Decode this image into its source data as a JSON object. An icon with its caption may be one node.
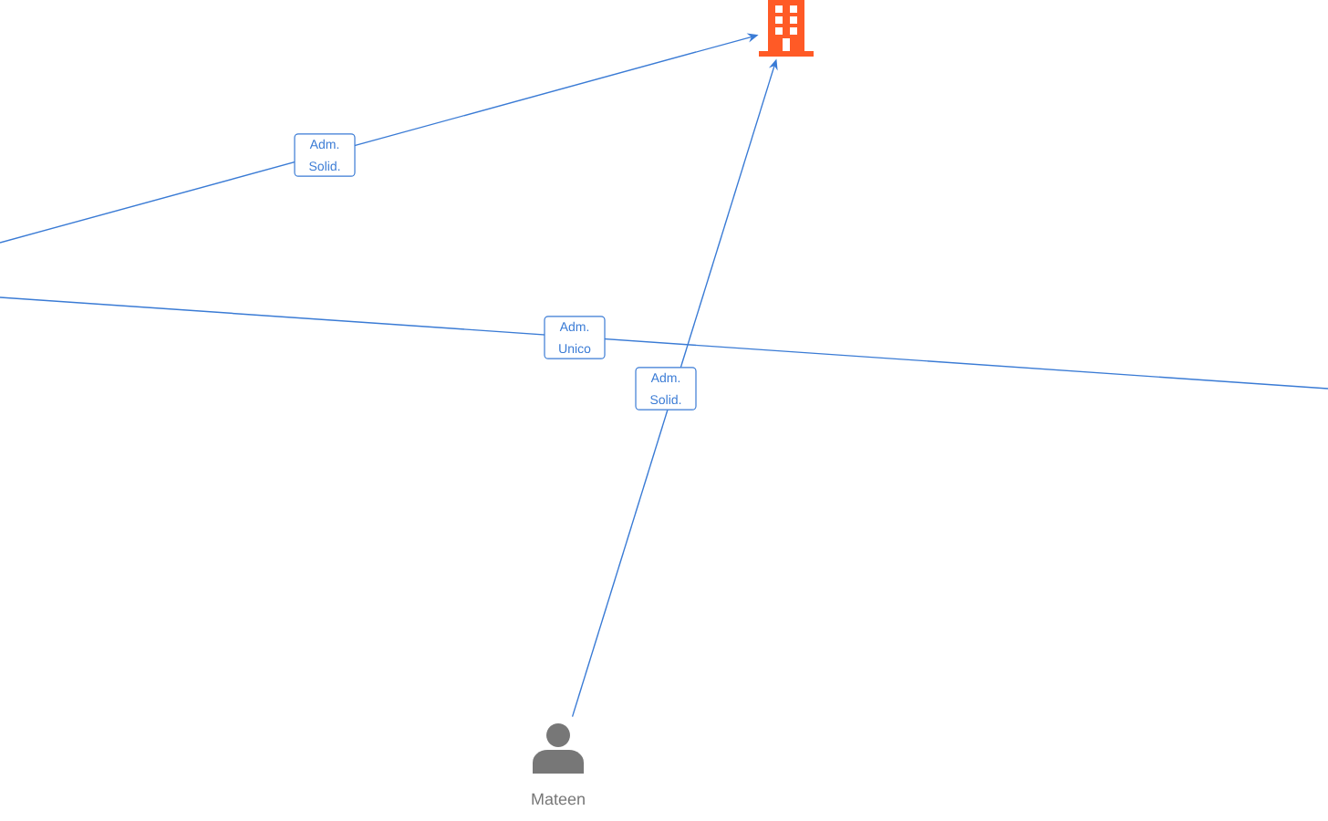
{
  "diagram": {
    "nodes": [
      {
        "text": [],
        "shape": "building"
      },
      {
        "text": [
          "Mateen"
        ]
      }
    ],
    "edges": [
      {
        "from": null,
        "to": 0,
        "arrow": "to",
        "label": "Adm. Solid."
      },
      {
        "from": 1,
        "to": 0,
        "arrow": "to",
        "label": "Adm. Solid."
      }
    ],
    "labels": [
      "Adm. Unico"
    ]
  }
}
